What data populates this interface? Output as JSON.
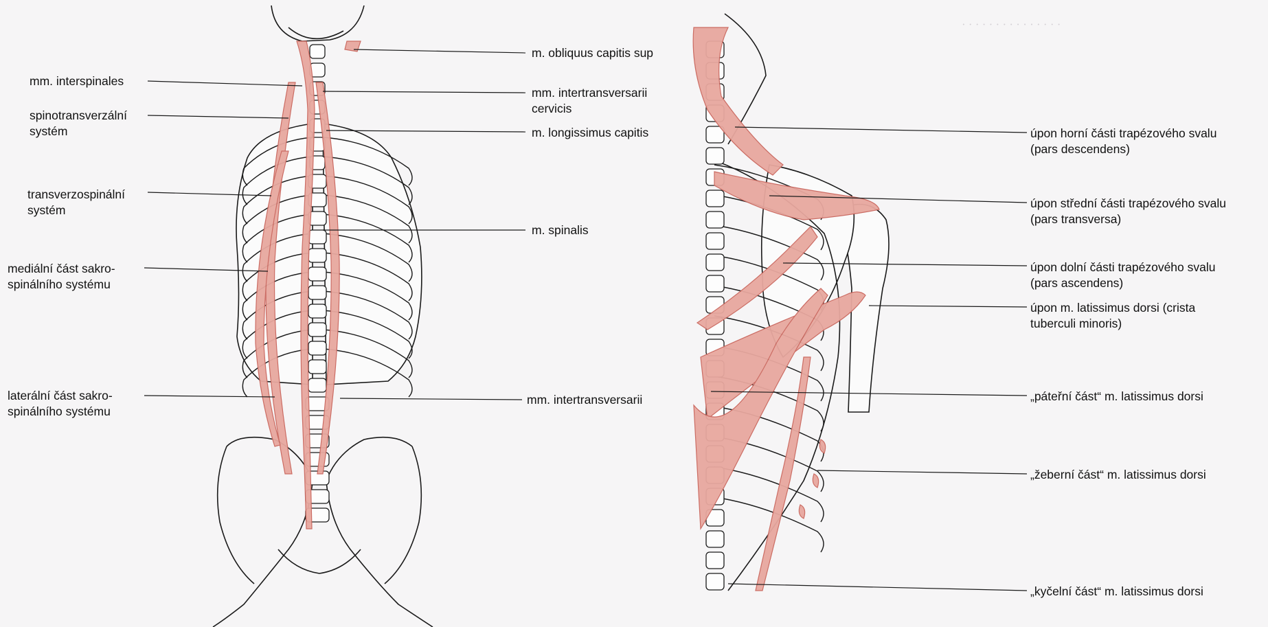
{
  "left_figure": {
    "labels_left": [
      {
        "lines": [
          "mm. interspinales"
        ]
      },
      {
        "lines": [
          "spinotransverzální",
          "systém"
        ]
      },
      {
        "lines": [
          "transverzospinální",
          "systém"
        ]
      },
      {
        "lines": [
          "mediální část sakro-",
          "spinálního systému"
        ]
      },
      {
        "lines": [
          "laterální část sakro-",
          "spinálního systému"
        ]
      }
    ],
    "labels_right": [
      {
        "lines": [
          "m. obliquus capitis sup"
        ]
      },
      {
        "lines": [
          "mm. intertransversarii",
          "cervicis"
        ]
      },
      {
        "lines": [
          "m. longissimus capitis"
        ]
      },
      {
        "lines": [
          "m. spinalis"
        ]
      },
      {
        "lines": [
          "mm. intertransversarii"
        ]
      }
    ]
  },
  "right_figure": {
    "labels": [
      {
        "lines": [
          "úpon horní části trapézového svalu",
          "(pars descendens)"
        ]
      },
      {
        "lines": [
          "úpon střední části trapézového svalu",
          "(pars transversa)"
        ]
      },
      {
        "lines": [
          "úpon dolní části trapézového svalu",
          "(pars ascendens)"
        ]
      },
      {
        "lines": [
          "úpon m. latissimus dorsi (crista",
          "tuberculi minoris)"
        ]
      },
      {
        "lines": [
          "„páteřní část“ m. latissimus dorsi"
        ]
      },
      {
        "lines": [
          "„žeberní část“ m. latissimus dorsi"
        ]
      },
      {
        "lines": [
          "„kyčelní  část“ m. latissimus dorsi"
        ]
      }
    ]
  },
  "colors": {
    "muscle": "#e8a89f",
    "muscle_stroke": "#c9655c",
    "bone_stroke": "#1a1a1a",
    "paper": "#f6f5f6"
  }
}
